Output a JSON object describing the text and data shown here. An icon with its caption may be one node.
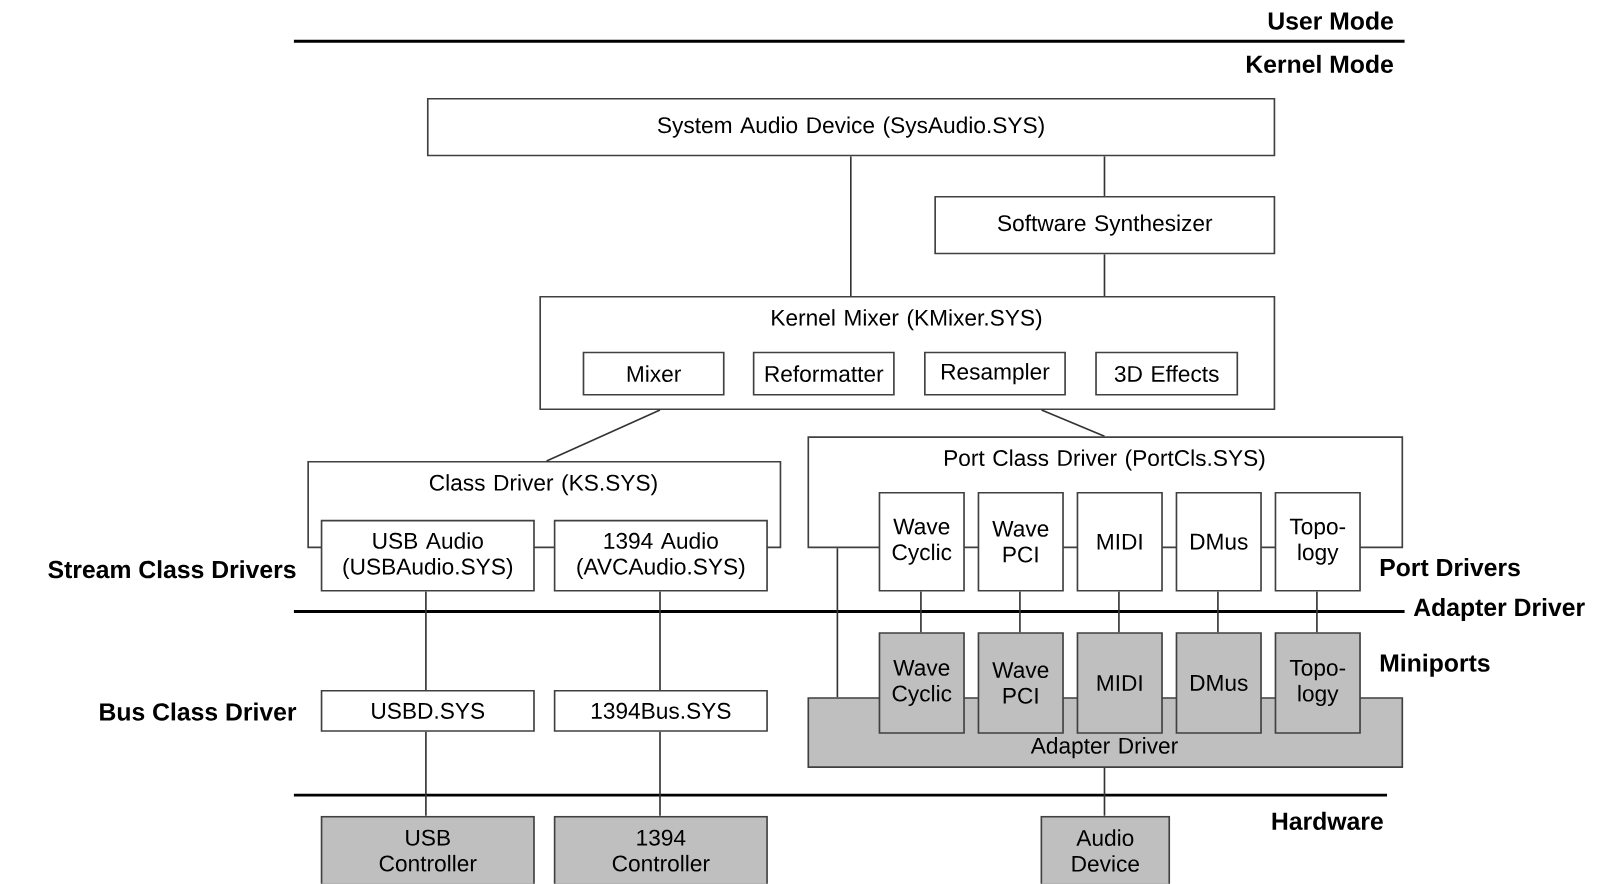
{
  "diagram": {
    "nodes": [
      {
        "text": [
          "System Audio Device (SysAudio.SYS)"
        ]
      },
      {
        "text": [
          "Software Synthesizer"
        ]
      },
      {
        "text": [
          "Kernel Mixer (KMixer.SYS)"
        ]
      },
      {
        "text": [
          "Mixer"
        ],
        "in": 2
      },
      {
        "text": [
          "Reformatter"
        ],
        "in": 2
      },
      {
        "text": [
          "Resampler"
        ],
        "in": 2
      },
      {
        "text": [
          "3D Effects"
        ],
        "in": 2
      },
      {
        "text": [
          "Class Driver (KS.SYS)"
        ]
      },
      {
        "text": [
          "USB Audio (USBAudio.SYS)"
        ]
      },
      {
        "text": [
          "1394 Audio (AVCAudio.SYS)"
        ]
      },
      {
        "text": [
          "Port Class Driver (PortCls.SYS)"
        ]
      },
      {
        "text": [
          "Wave Cyclic"
        ]
      },
      {
        "text": [
          "Wave PCI"
        ]
      },
      {
        "text": [
          "MIDI"
        ]
      },
      {
        "text": [
          "DMus"
        ]
      },
      {
        "text": [
          "Topo- logy"
        ]
      },
      {
        "text": [
          "Wave Cyclic"
        ]
      },
      {
        "text": [
          "Wave PCI"
        ]
      },
      {
        "text": [
          "MIDI"
        ]
      },
      {
        "text": [
          "DMus"
        ]
      },
      {
        "text": [
          "Topo- logy"
        ]
      },
      {
        "text": [
          "USBD.SYS"
        ]
      },
      {
        "text": [
          "1394Bus.SYS"
        ]
      },
      {
        "text": [
          "Adapter Driver"
        ]
      },
      {
        "text": [
          "USB Controller"
        ]
      },
      {
        "text": [
          "1394 Controller"
        ]
      },
      {
        "text": [
          "Audio Device"
        ]
      }
    ],
    "edges": [
      {
        "from": 0,
        "to": 1,
        "arrow": "none"
      },
      {
        "from": 0,
        "to": 2,
        "arrow": "none"
      },
      {
        "from": 1,
        "to": 2,
        "arrow": "none"
      },
      {
        "from": 2,
        "to": 7,
        "arrow": "none"
      },
      {
        "from": 2,
        "to": 10,
        "arrow": "none"
      },
      {
        "from": 8,
        "to": 21,
        "arrow": "none"
      },
      {
        "from": 9,
        "to": 22,
        "arrow": "none"
      },
      {
        "from": 10,
        "to": 23,
        "arrow": "none"
      },
      {
        "from": 11,
        "to": 16,
        "arrow": "none"
      },
      {
        "from": 12,
        "to": 17,
        "arrow": "none"
      },
      {
        "from": 13,
        "to": 18,
        "arrow": "none"
      },
      {
        "from": 14,
        "to": 19,
        "arrow": "none"
      },
      {
        "from": 15,
        "to": 20,
        "arrow": "none"
      },
      {
        "from": 21,
        "to": 24,
        "arrow": "none"
      },
      {
        "from": 22,
        "to": 25,
        "arrow": "none"
      },
      {
        "from": 23,
        "to": 26,
        "arrow": "none"
      }
    ],
    "labels": [
      "User Mode",
      "Kernel Mode",
      "Stream Class Drivers",
      "Port Drivers",
      "Adapter Driver",
      "Miniports",
      "Bus Class Driver",
      "Hardware"
    ]
  }
}
